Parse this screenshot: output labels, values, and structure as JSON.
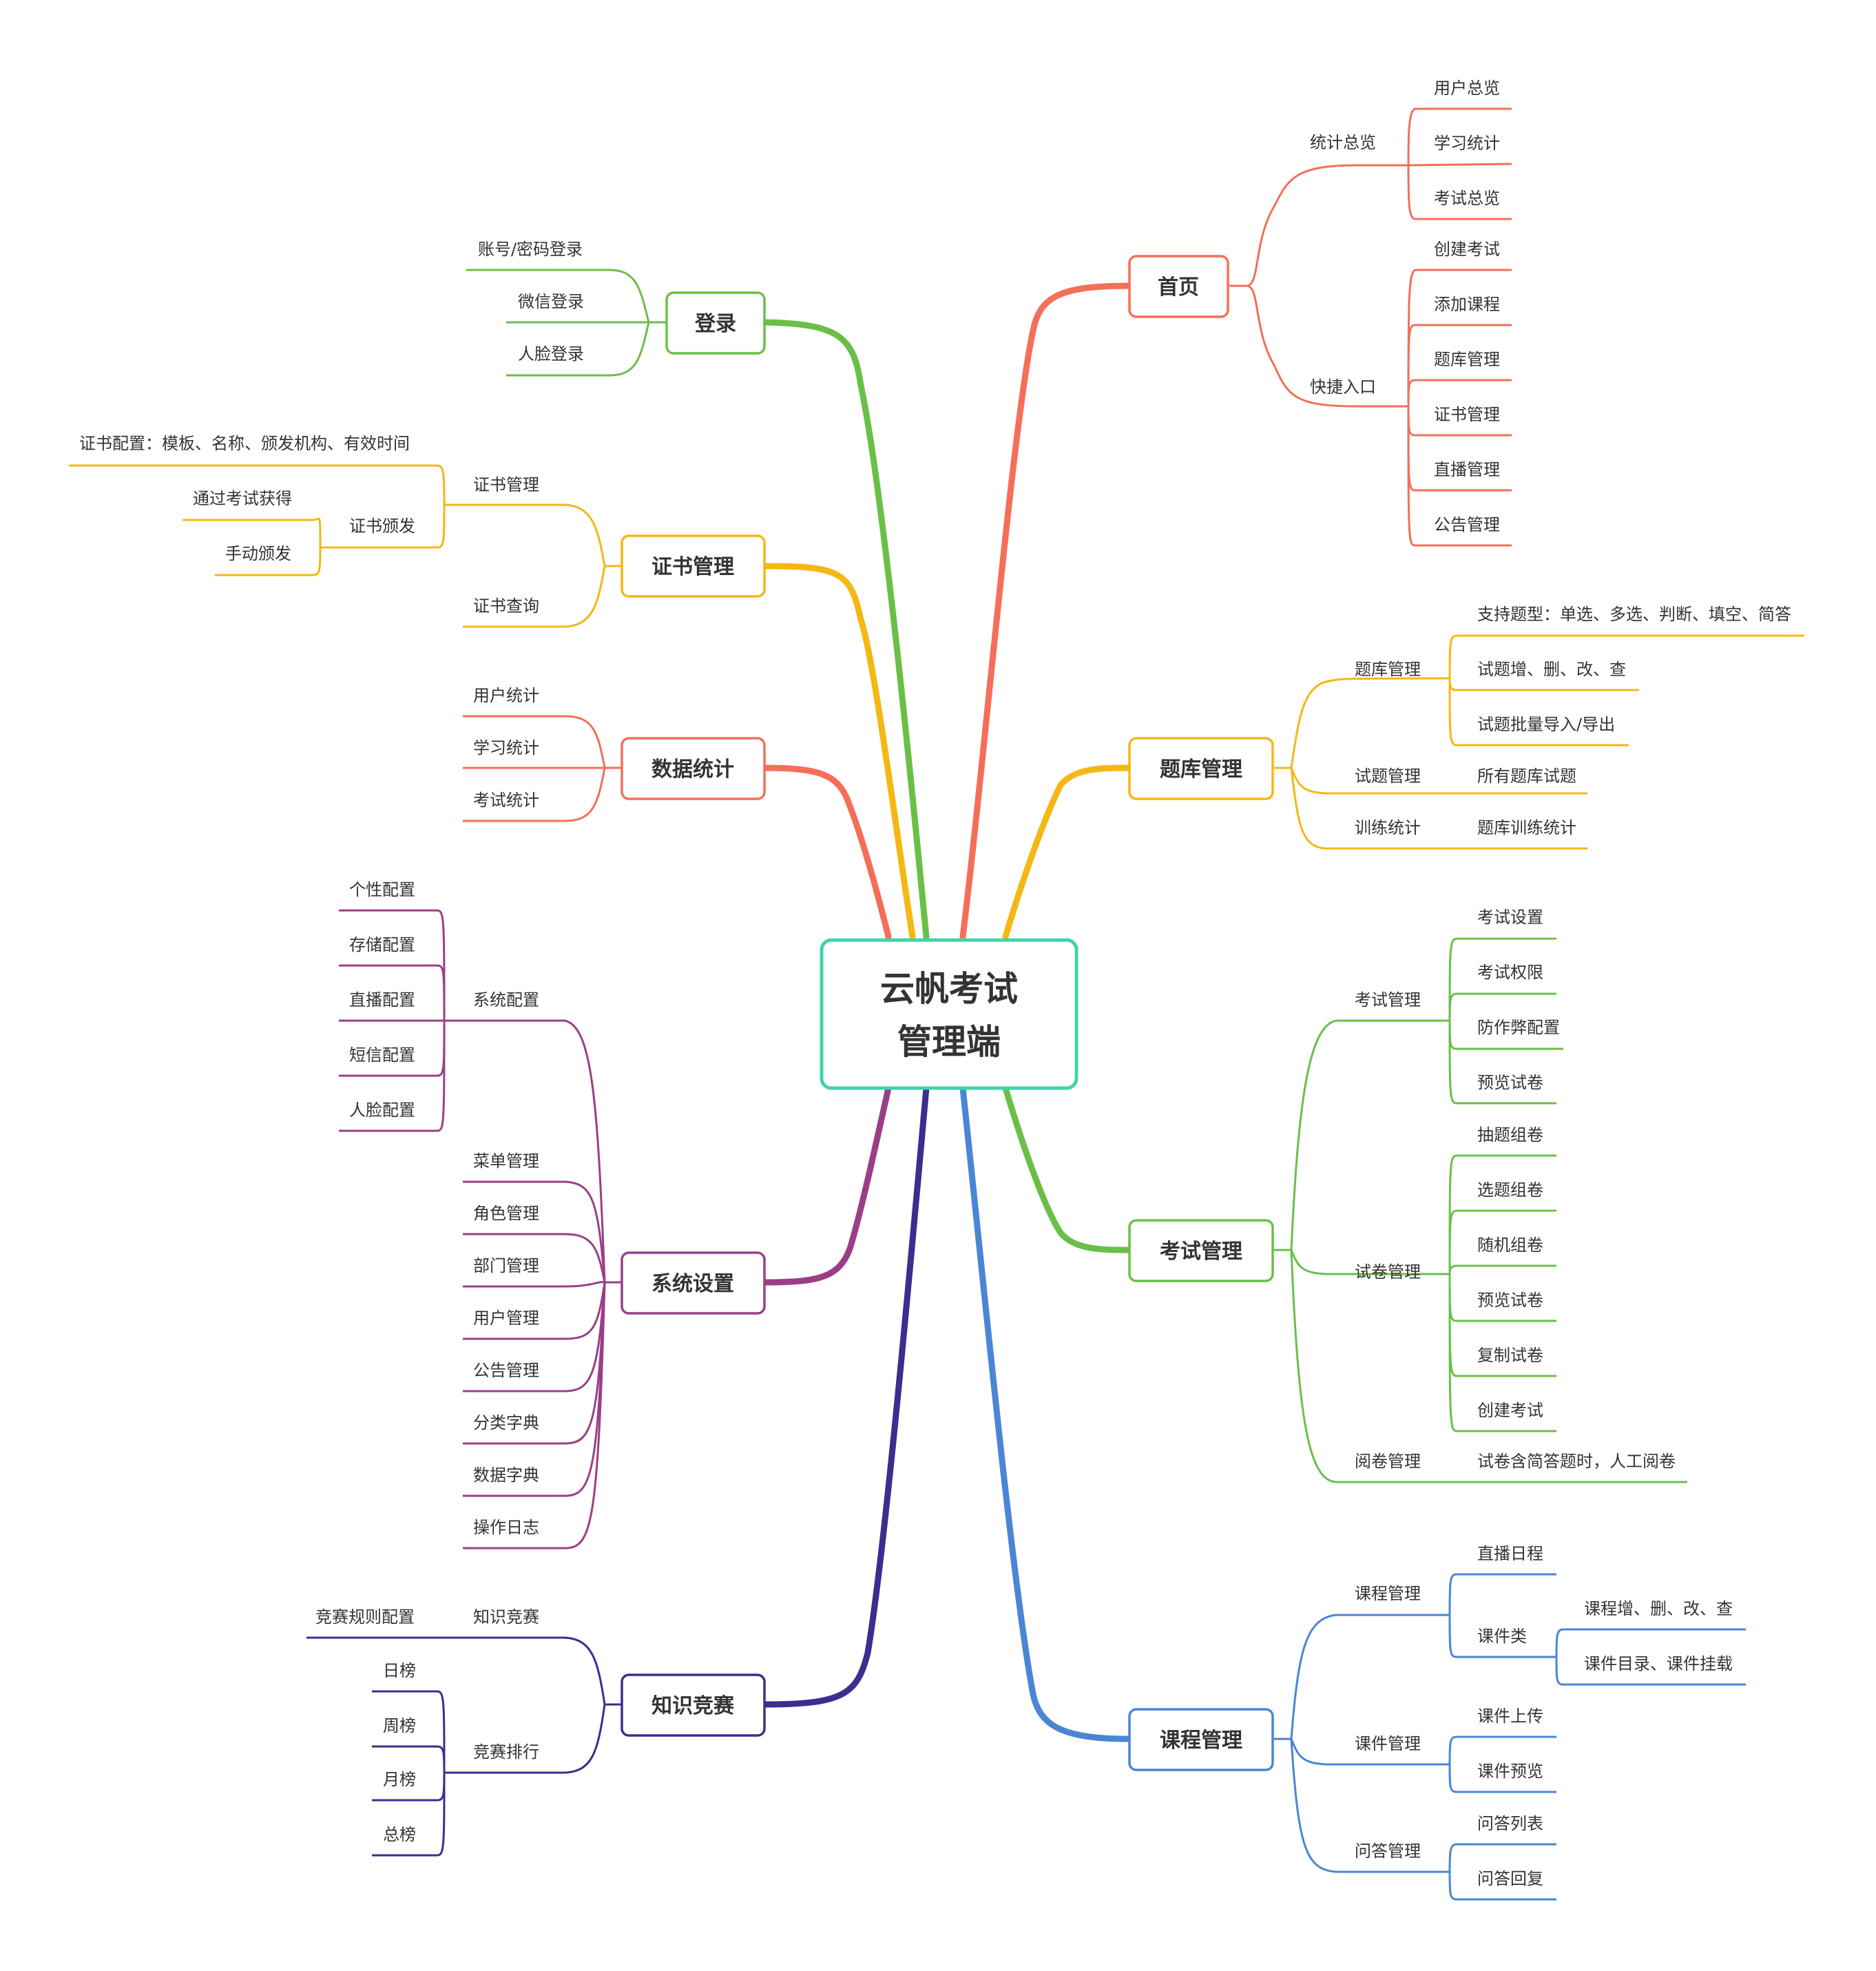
{
  "root": {
    "line1": "云帆考试",
    "line2": "管理端",
    "color": "#3fd3ad"
  },
  "branches": [
    {
      "label": "首页",
      "color": "#f56e5a",
      "groups": [
        {
          "label": "统计总览",
          "items": [
            "用户总览",
            "学习统计",
            "考试总览"
          ]
        },
        {
          "label": "快捷入口",
          "items": [
            "创建考试",
            "添加课程",
            "题库管理",
            "证书管理",
            "直播管理",
            "公告管理"
          ]
        }
      ]
    },
    {
      "label": "题库管理",
      "color": "#f5b714",
      "groups": [
        {
          "label": "题库管理",
          "items": [
            "支持题型：单选、多选、判断、填空、简答",
            "试题增、删、改、查",
            "试题批量导入/导出"
          ]
        },
        {
          "label": "试题管理",
          "items": [
            "所有题库试题"
          ]
        },
        {
          "label": "训练统计",
          "items": [
            "题库训练统计"
          ]
        }
      ]
    },
    {
      "label": "考试管理",
      "color": "#6bbf48",
      "groups": [
        {
          "label": "考试管理",
          "items": [
            "考试设置",
            "考试权限",
            "防作弊配置",
            "预览试卷"
          ]
        },
        {
          "label": "试卷管理",
          "items": [
            "抽题组卷",
            "选题组卷",
            "随机组卷",
            "预览试卷",
            "复制试卷",
            "创建考试"
          ]
        },
        {
          "label": "阅卷管理",
          "items": [
            "试卷含简答题时，人工阅卷"
          ]
        }
      ]
    },
    {
      "label": "课程管理",
      "color": "#4a86d3",
      "groups": [
        {
          "label": "课程管理",
          "items": [
            "直播日程",
            "课件类"
          ],
          "sub_label": "课件类",
          "sub_items": [
            "课程增、删、改、查",
            "课件目录、课件挂载"
          ]
        },
        {
          "label": "课件管理",
          "items": [
            "课件上传",
            "课件预览"
          ]
        },
        {
          "label": "问答管理",
          "items": [
            "问答列表",
            "问答回复"
          ]
        }
      ]
    },
    {
      "label": "登录",
      "color": "#6bbf48",
      "items": [
        "账号/密码登录",
        "微信登录",
        "人脸登录"
      ]
    },
    {
      "label": "证书管理",
      "color": "#f5b714",
      "groups": [
        {
          "label": "证书管理",
          "items": [
            "证书配置：模板、名称、颁发机构、有效时间",
            "证书颁发"
          ],
          "sub_label": "证书颁发",
          "sub_items": [
            "通过考试获得",
            "手动颁发"
          ]
        },
        {
          "label": "证书查询",
          "items": []
        }
      ]
    },
    {
      "label": "数据统计",
      "color": "#f56e5a",
      "items": [
        "用户统计",
        "学习统计",
        "考试统计"
      ]
    },
    {
      "label": "系统设置",
      "color": "#9a3f86",
      "groups": [
        {
          "label": "系统配置",
          "items": [
            "个性配置",
            "存储配置",
            "直播配置",
            "短信配置",
            "人脸配置"
          ]
        }
      ],
      "items": [
        "菜单管理",
        "角色管理",
        "部门管理",
        "用户管理",
        "公告管理",
        "分类字典",
        "数据字典",
        "操作日志"
      ]
    },
    {
      "label": "知识竞赛",
      "color": "#3b2e8f",
      "groups": [
        {
          "label": "知识竞赛",
          "items": [
            "竞赛规则配置"
          ]
        },
        {
          "label": "竞赛排行",
          "items": [
            "日榜",
            "周榜",
            "月榜",
            "总榜"
          ]
        }
      ]
    }
  ]
}
